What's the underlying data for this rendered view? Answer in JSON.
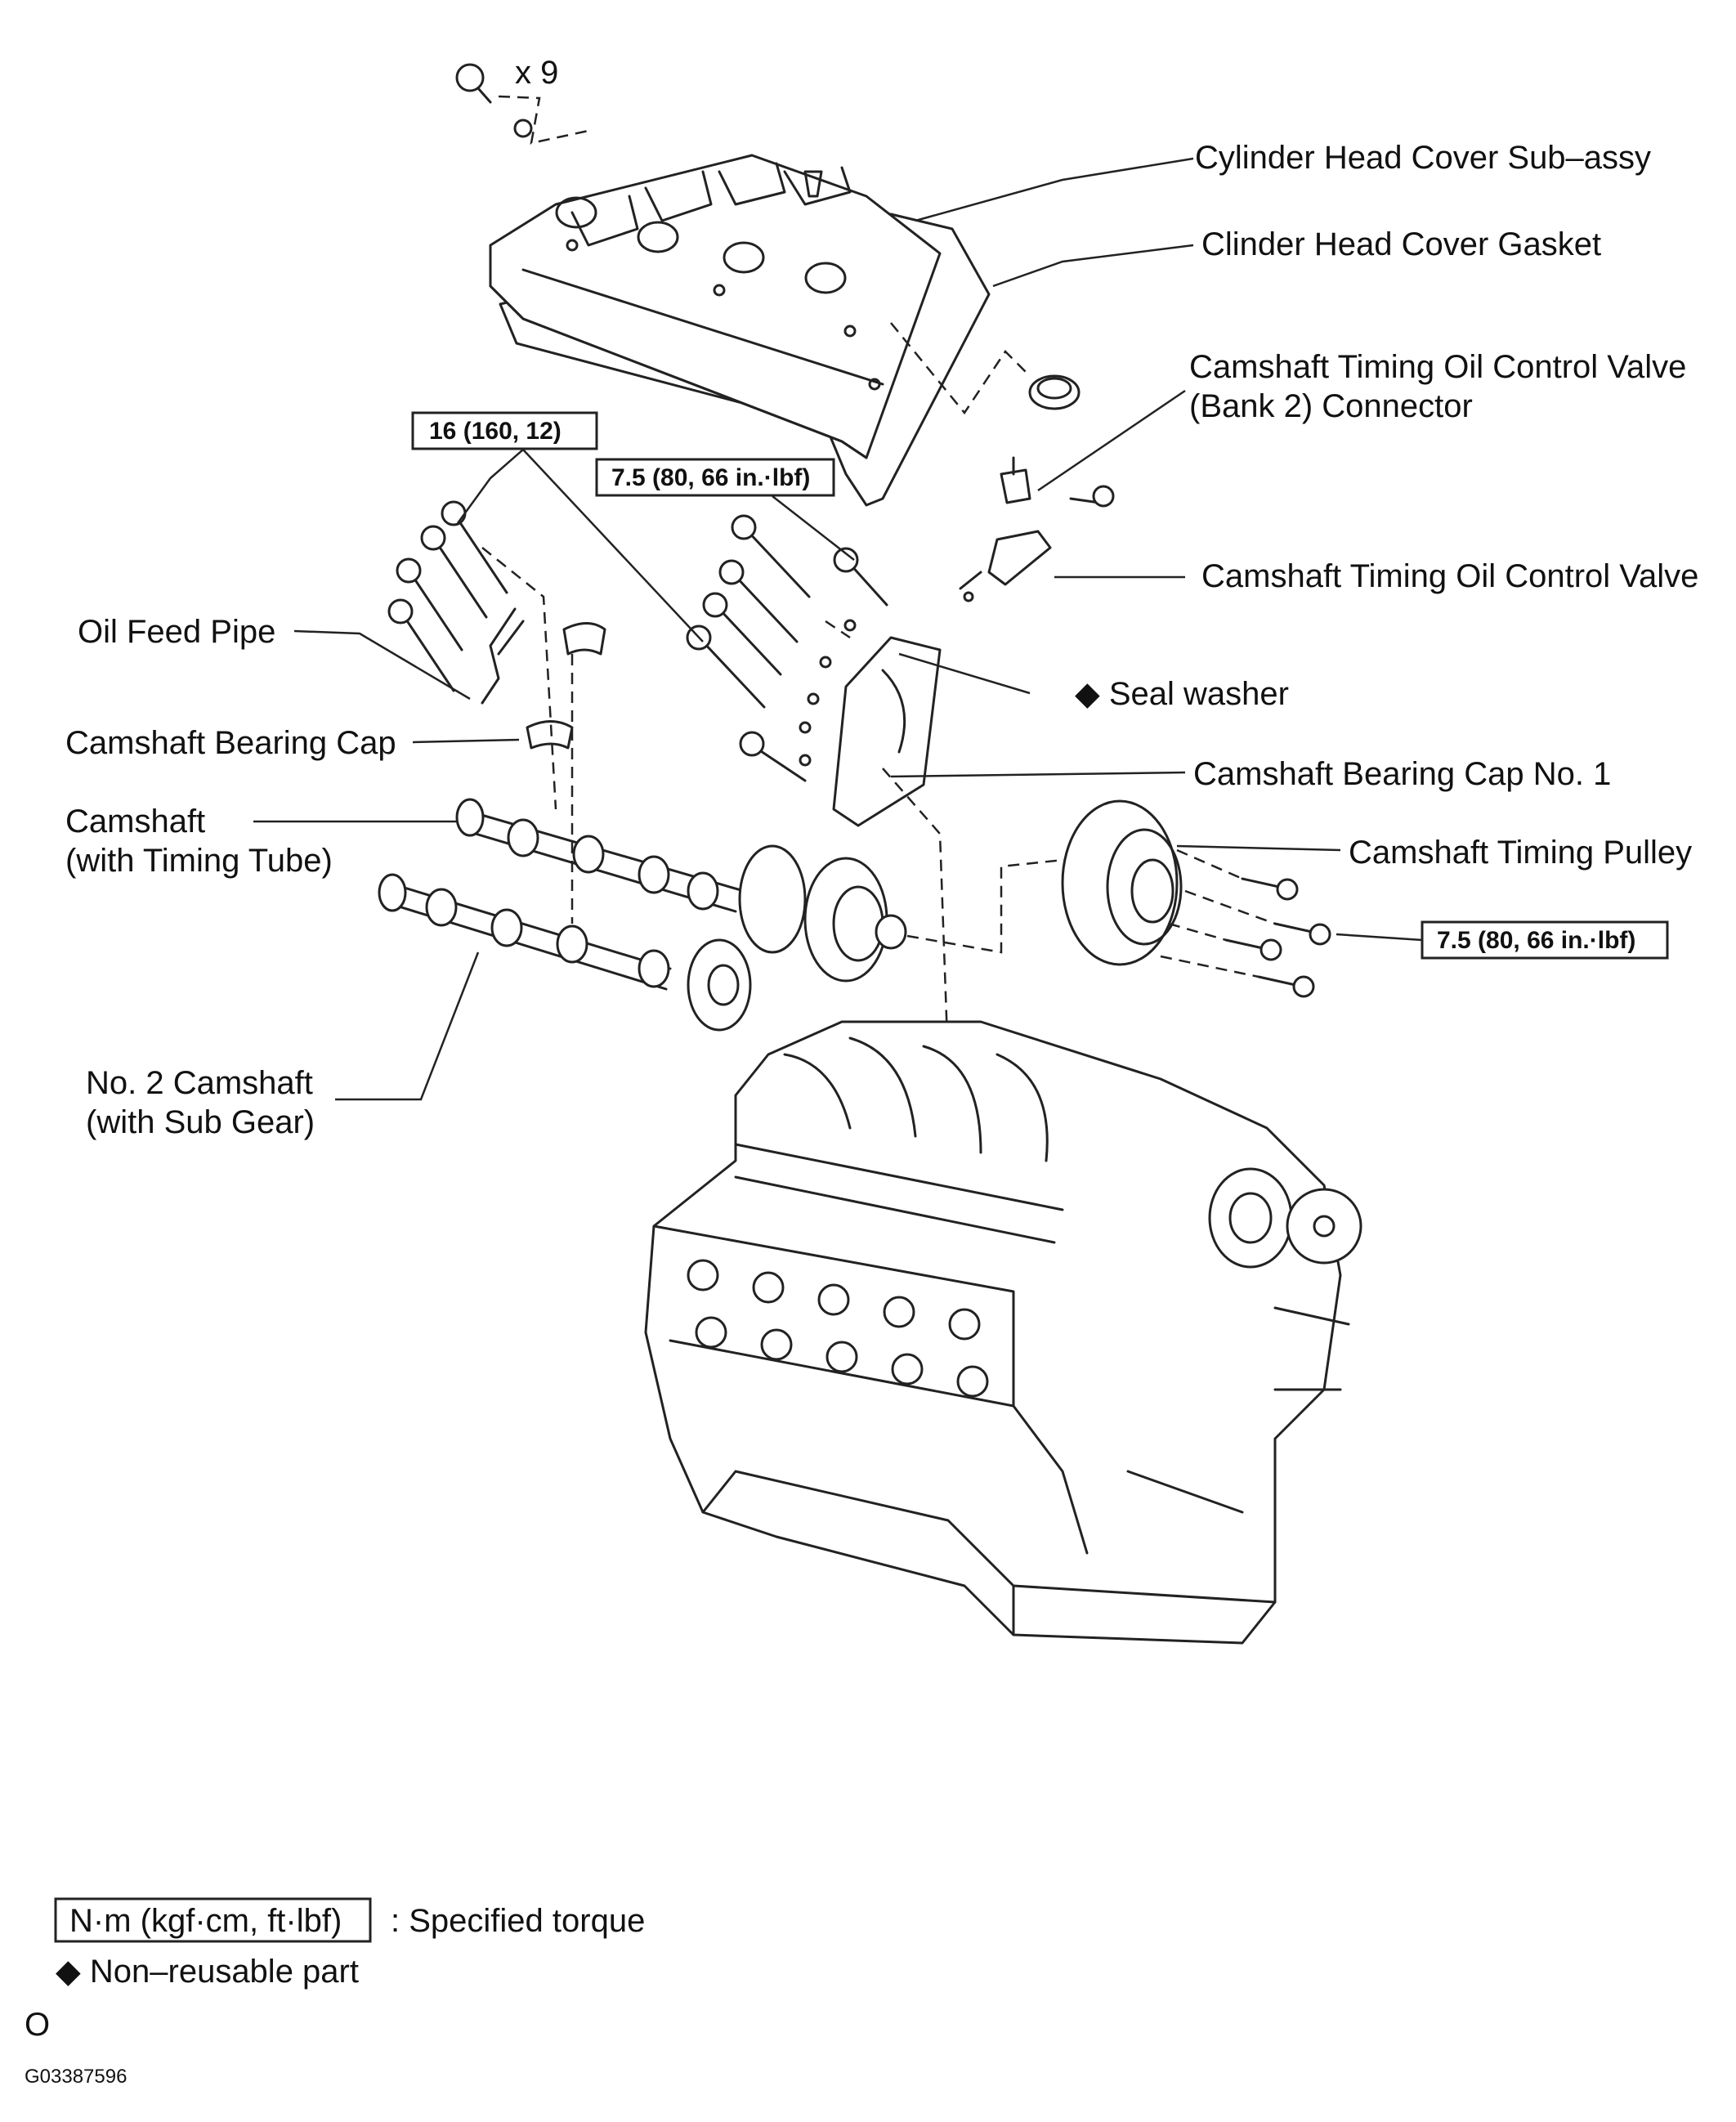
{
  "labels": {
    "bolt_count": "x 9",
    "cylinder_head_cover": "Cylinder Head Cover Sub–assy",
    "cover_gasket": "Clinder Head Cover Gasket",
    "ocv_connector_line1": "Camshaft Timing Oil Control Valve",
    "ocv_connector_line2": "(Bank 2) Connector",
    "ocv": "Camshaft Timing Oil Control Valve",
    "oil_feed_pipe": "Oil Feed Pipe",
    "seal_washer": "◆ Seal washer",
    "bearing_cap": "Camshaft Bearing Cap",
    "bearing_cap_no1": "Camshaft Bearing Cap No. 1",
    "camshaft_line1": "Camshaft",
    "camshaft_line2": "(with Timing Tube)",
    "timing_pulley": "Camshaft Timing Pulley",
    "no2_camshaft_line1": "No. 2 Camshaft",
    "no2_camshaft_line2": "(with Sub Gear)"
  },
  "torque_specs": {
    "bearing_cap_bolts": "16 (160, 12)",
    "bearing_cap_no1_bolts": "7.5 (80, 66 in.·lbf)",
    "pulley_bolts": "7.5 (80, 66 in.·lbf)"
  },
  "legend": {
    "torque_unit": "N·m (kgf·cm, ft·lbf)",
    "torque_desc": ": Specified torque",
    "non_reusable": "◆ Non–reusable part"
  },
  "footer": {
    "mark": "O",
    "figure_id": "G03387596"
  }
}
